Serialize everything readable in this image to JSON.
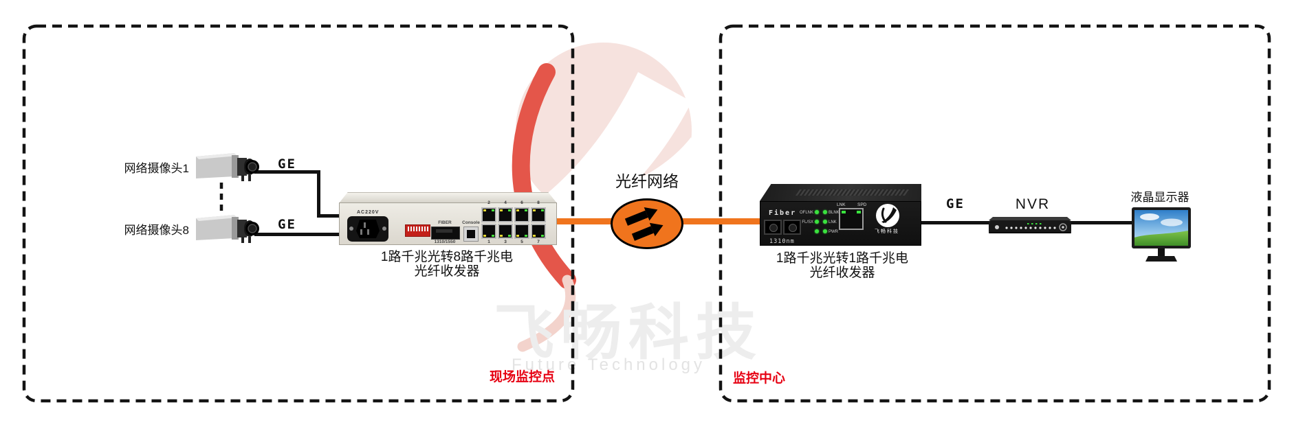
{
  "zones": {
    "left": {
      "label": "现场监控点"
    },
    "right": {
      "label": "监控中心"
    }
  },
  "cameras": {
    "cam1_label": "网络摄像头1",
    "cam8_label": "网络摄像头8"
  },
  "links": {
    "ge_cam1": "GE",
    "ge_cam8": "GE",
    "ge_nvr": "GE"
  },
  "fiber_cloud": {
    "label": "光纤网络"
  },
  "converter8": {
    "caption_line1": "1路千兆光转8路千兆电",
    "caption_line2": "光纤收发器",
    "power_label": "AC220V",
    "fiber_label": "FIBER",
    "fiber_sublabel": "1310/1550",
    "console_label": "Console",
    "ports_top": [
      "2",
      "4",
      "6",
      "8"
    ],
    "ports_bottom": [
      "1",
      "3",
      "5",
      "7"
    ]
  },
  "converter1": {
    "caption_line1": "1路千兆光转1路千兆电",
    "caption_line2": "光纤收发器",
    "fiber_label": "Fiber",
    "wavelength_label": "1310nm",
    "led_col1": [
      "OFLNK",
      "FL/SX",
      ""
    ],
    "led_col2": [
      "BLNK",
      "LNK",
      "PWR"
    ],
    "rj45_lnk": "LNK",
    "rj45_spd": "SPD",
    "brand_label": "飞畅科技"
  },
  "nvr": {
    "label": "NVR"
  },
  "monitor": {
    "label": "液晶显示器"
  },
  "watermark": {
    "brand_cn": "飞畅科技",
    "brand_en": "Future Technology"
  },
  "colors": {
    "fiber_orange": "#f0741d",
    "label_red": "#e60012",
    "line_black": "#111111",
    "device_beige": "#e8e5dd",
    "device_black": "#161616"
  }
}
